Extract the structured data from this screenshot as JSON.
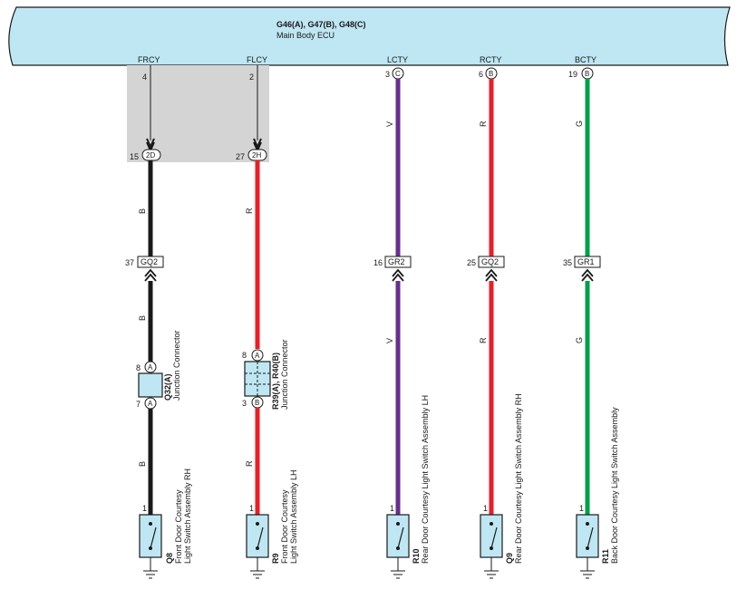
{
  "ecu": {
    "title": "G46(A), G47(B), G48(C)",
    "subtitle": "Main Body ECU",
    "color": "#bfe6f3"
  },
  "junction_block_color": "#d4d4d4",
  "wire_colors": {
    "B": "#1a1a1a",
    "R": "#ee1c25",
    "V": "#6a2c91",
    "G": "#00a04b"
  },
  "circuits": [
    {
      "terminal": "FRCY",
      "ecu_pin": "4",
      "jb_pin": "15",
      "jb_conn": "2D",
      "wire_code": "B",
      "conn_pin": "37",
      "conn_name": "GQ2",
      "jc_pin_top": "8",
      "jc_letter_top": "A",
      "jc_pin_bot": "7",
      "jc_letter_bot": "A",
      "jc_name": "Q32(A)",
      "jc_desc": "Junction Connector",
      "sw_pin": "1",
      "sw_id": "Q8",
      "sw_desc1": "Front Door Courtesy",
      "sw_desc2": "Light Switch Assembly RH"
    },
    {
      "terminal": "FLCY",
      "ecu_pin": "2",
      "jb_pin": "27",
      "jb_conn": "2H",
      "wire_code": "R",
      "jc_pin_top": "8",
      "jc_letter_top": "A",
      "jc_pin_bot": "3",
      "jc_letter_bot": "B",
      "jc_name": "R39(A), R40(B)",
      "jc_desc": "Junction Connector",
      "sw_pin": "1",
      "sw_id": "R9",
      "sw_desc1": "Front Door Courtesy",
      "sw_desc2": "Light Switch Assembly LH"
    },
    {
      "terminal": "LCTY",
      "ecu_pin": "3",
      "ecu_letter": "C",
      "wire_code": "V",
      "conn_pin": "16",
      "conn_name": "GR2",
      "sw_pin": "1",
      "sw_id": "R10",
      "sw_desc1": "Rear Door Courtesy Light Switch Assembly LH"
    },
    {
      "terminal": "RCTY",
      "ecu_pin": "6",
      "ecu_letter": "B",
      "wire_code": "R",
      "conn_pin": "25",
      "conn_name": "GQ2",
      "sw_pin": "1",
      "sw_id": "Q9",
      "sw_desc1": "Rear Door Courtesy Light Switch Assembly RH"
    },
    {
      "terminal": "BCTY",
      "ecu_pin": "19",
      "ecu_letter": "B",
      "wire_code": "G",
      "conn_pin": "35",
      "conn_name": "GR1",
      "sw_pin": "1",
      "sw_id": "R11",
      "sw_desc1": "Back Door Courtesy Light Switch Assembly"
    }
  ]
}
